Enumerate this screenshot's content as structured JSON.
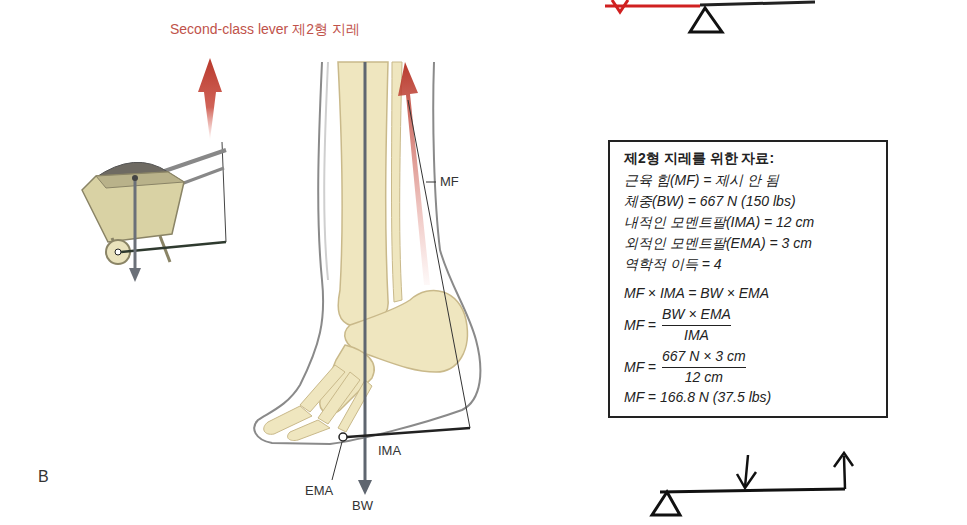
{
  "diagram": {
    "title": "Second-class lever 제2형 지레",
    "nodes": [
      {
        "text": [
          "제2형 지레를 위한 자료:",
          "근육 힘(MF) = 제시 안 됨",
          "체중(BW) = 667 N (150 lbs)",
          "내적인 모멘트팔(IMA) = 12 cm",
          "외적인 모멘트팔(EMA) = 3 cm",
          "역학적 이득 = 4",
          "MF × IMA = BW × EMA",
          "MF =",
          "BW × EMA",
          "IMA",
          "MF =",
          "667 N × 3 cm",
          "12 cm",
          "MF = 166.8 N (37.5 lbs)"
        ]
      }
    ],
    "labels": [
      "MF",
      "IMA",
      "EMA",
      "BW",
      "B"
    ]
  }
}
